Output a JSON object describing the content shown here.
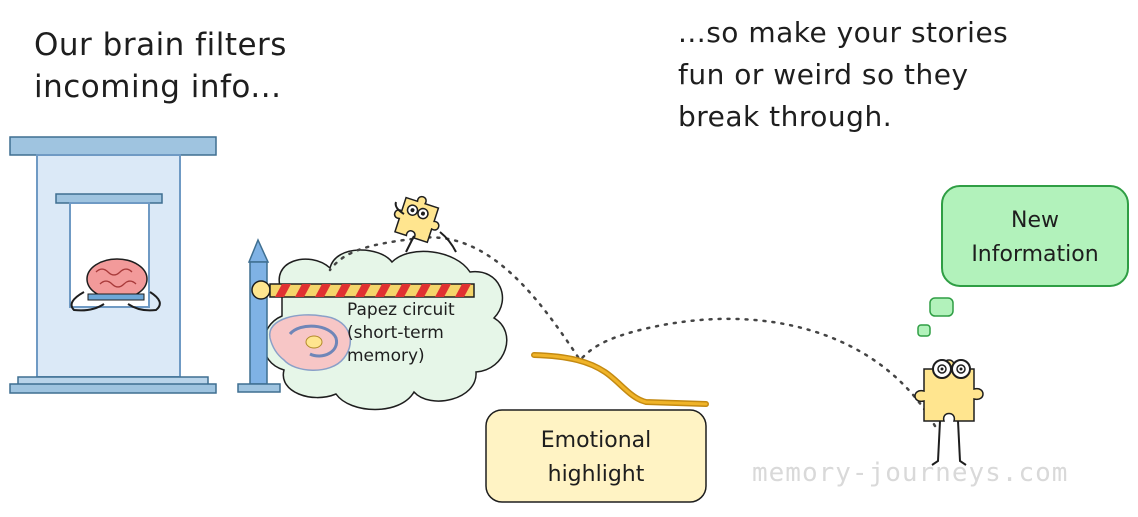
{
  "left_caption": {
    "line1": "Our brain filters",
    "line2": "incoming info..."
  },
  "right_caption": {
    "line1": "...so make your stories",
    "line2": "fun or weird so they",
    "line3": "break through."
  },
  "new_info_box": {
    "line1": "New",
    "line2": "Information"
  },
  "papez_label": {
    "line1": "Papez circuit",
    "line2": "(short-term",
    "line3": "memory)"
  },
  "emotional_box": {
    "line1": "Emotional",
    "line2": "highlight"
  },
  "watermark": "memory-journeys.com",
  "colors": {
    "booth_fill": "#dbe9f7",
    "booth_stroke": "#6f9ac4",
    "pole_blue": "#7fb2e5",
    "barrier_red": "#e03131",
    "barrier_yellow": "#f4d56a",
    "papez_fill": "#e6f6e8",
    "brain_pink": "#f29a9a",
    "puzzle_yellow": "#ffe58f",
    "new_info_fill": "#b2f2bb",
    "new_info_stroke": "#2f9e44",
    "emotional_fill": "#fff3c4",
    "ramp_orange": "#f0b429"
  },
  "icons": [
    "brain-icon",
    "puzzle-piece-icon",
    "barrier-gate-icon",
    "thought-bubble-icon"
  ]
}
